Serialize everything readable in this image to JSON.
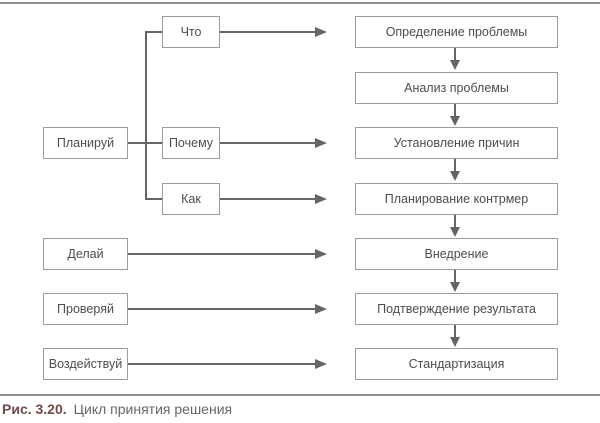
{
  "figure": {
    "caption_label": "Рис. 3.20.",
    "caption_text": "Цикл принятия решения"
  },
  "diagram": {
    "left": [
      {
        "label": "Планируй"
      },
      {
        "label": "Делай"
      },
      {
        "label": "Проверяй"
      },
      {
        "label": "Воздействуй"
      }
    ],
    "middle": [
      {
        "label": "Что"
      },
      {
        "label": "Почему"
      },
      {
        "label": "Как"
      }
    ],
    "right": [
      {
        "label": "Определение проблемы"
      },
      {
        "label": "Анализ проблемы"
      },
      {
        "label": "Установление причин"
      },
      {
        "label": "Планирование контрмер"
      },
      {
        "label": "Внедрение"
      },
      {
        "label": "Подтверждение результата"
      },
      {
        "label": "Стандартизация"
      }
    ],
    "connections": [
      {
        "from": "Планируй",
        "to": [
          "Что",
          "Почему",
          "Как"
        ]
      },
      {
        "from": "Что",
        "to": [
          "Определение проблемы"
        ]
      },
      {
        "from": "Почему",
        "to": [
          "Установление причин"
        ]
      },
      {
        "from": "Как",
        "to": [
          "Планирование контрмер"
        ]
      },
      {
        "from": "Делай",
        "to": [
          "Внедрение"
        ]
      },
      {
        "from": "Проверяй",
        "to": [
          "Подтверждение результата"
        ]
      },
      {
        "from": "Воздействуй",
        "to": [
          "Стандартизация"
        ]
      },
      {
        "chain": [
          "Определение проблемы",
          "Анализ проблемы",
          "Установление причин",
          "Планирование контрмер",
          "Внедрение",
          "Подтверждение результата",
          "Стандартизация"
        ]
      }
    ]
  },
  "colors": {
    "caption_accent": "#6e4b4b",
    "caption_text": "#666666",
    "box_border": "#9c9c9c",
    "box_text": "#4d4d4d",
    "connector": "#656565",
    "rule": "#8f8f8f"
  }
}
